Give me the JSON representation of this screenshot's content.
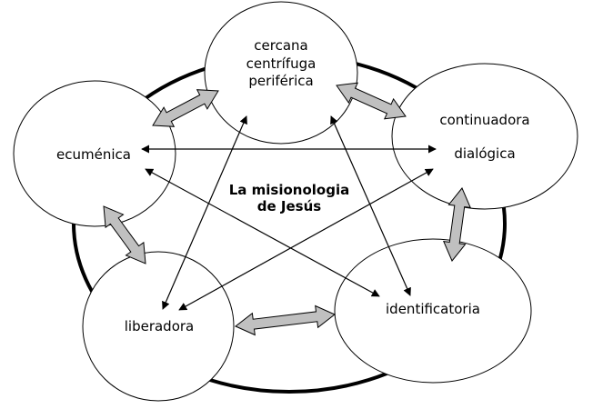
{
  "diagram": {
    "title_lines": [
      "La misionologia",
      "de Jesús"
    ],
    "colors": {
      "stroke": "#000000",
      "node_fill": "#ffffff",
      "double_arrow_fill": "#c0c0c0"
    },
    "nodes": [
      {
        "id": "cercana",
        "lines": [
          "cercana",
          "centrífuga",
          "periférica"
        ]
      },
      {
        "id": "continuadora",
        "lines": [
          "continuadora",
          "dialógica"
        ]
      },
      {
        "id": "identificatoria",
        "lines": [
          "identificatoria"
        ]
      },
      {
        "id": "liberadora",
        "lines": [
          "liberadora"
        ]
      },
      {
        "id": "ecumenica",
        "lines": [
          "ecuménica"
        ]
      }
    ],
    "neighbor_links": [
      {
        "from": "ecumenica",
        "to": "cercana",
        "type": "double-block-arrow"
      },
      {
        "from": "cercana",
        "to": "continuadora",
        "type": "double-block-arrow"
      },
      {
        "from": "continuadora",
        "to": "identificatoria",
        "type": "double-block-arrow"
      },
      {
        "from": "liberadora",
        "to": "identificatoria",
        "type": "double-block-arrow"
      },
      {
        "from": "ecumenica",
        "to": "liberadora",
        "type": "double-block-arrow"
      }
    ],
    "cross_links": [
      {
        "from": "ecumenica",
        "to": "continuadora",
        "type": "double-line-arrow"
      },
      {
        "from": "ecumenica",
        "to": "identificatoria",
        "type": "double-line-arrow"
      },
      {
        "from": "cercana",
        "to": "liberadora",
        "type": "double-line-arrow"
      },
      {
        "from": "cercana",
        "to": "identificatoria",
        "type": "double-line-arrow"
      },
      {
        "from": "continuadora",
        "to": "liberadora",
        "type": "double-line-arrow"
      }
    ]
  }
}
